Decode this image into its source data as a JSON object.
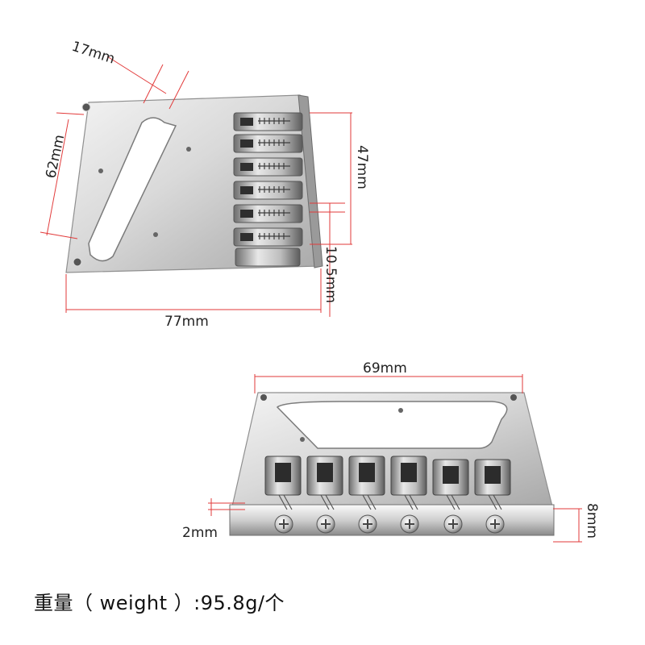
{
  "top_view": {
    "dim_pickup_width": "17mm",
    "dim_pickup_length": "62mm",
    "dim_saddle_span": "47mm",
    "dim_string_spacing": "10.5mm",
    "dim_plate_length": "77mm"
  },
  "side_view": {
    "dim_plate_width": "69mm",
    "dim_plate_thickness": "2mm",
    "dim_total_height": "8mm"
  },
  "caption": {
    "text": "重量（ weight ）:95.8g/个"
  },
  "colors": {
    "dimension_line": "#e23a3a",
    "chrome_light": "#f2f2f2",
    "chrome_dark": "#8c8c8c"
  }
}
